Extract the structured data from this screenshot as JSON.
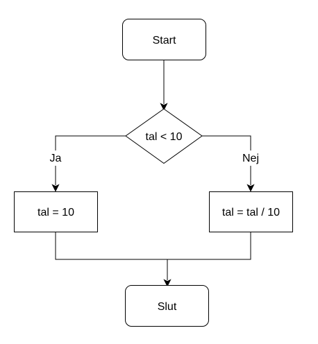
{
  "flowchart": {
    "start": "Start",
    "decision": "tal < 10",
    "yes_branch": "Ja",
    "no_branch": "Nej",
    "yes_process": "tal = 10",
    "no_process": "tal = tal / 10",
    "end": "Slut"
  },
  "colors": {
    "stroke": "#000000",
    "fill": "#ffffff",
    "text": "#000000"
  }
}
